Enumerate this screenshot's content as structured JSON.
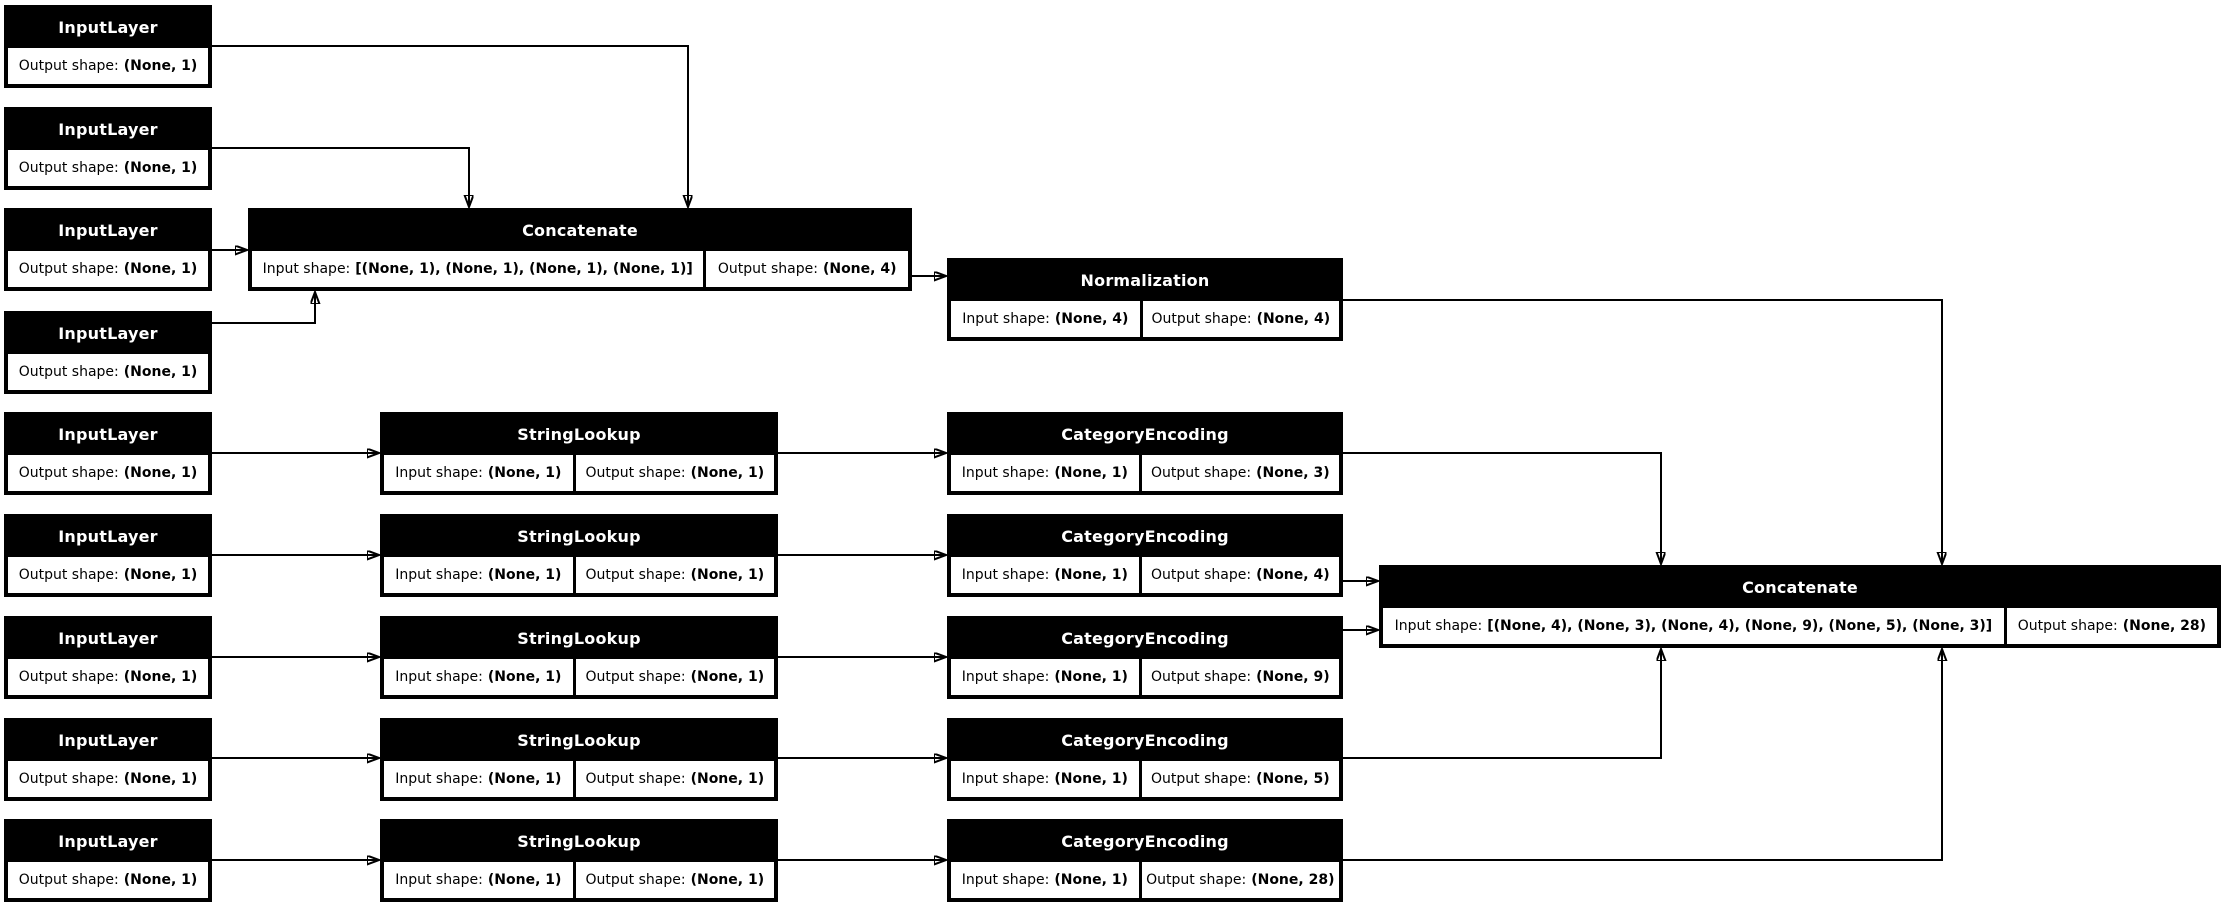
{
  "diagram_title": "Keras model architecture graph",
  "colors": {
    "background": "#ffffff",
    "node_header_bg": "#000000",
    "node_header_fg": "#ffffff",
    "cell_bg": "#ffffff",
    "cell_fg": "#000000",
    "edge": "#000000"
  },
  "labels": {
    "input": "Input shape:",
    "output": "Output shape:"
  },
  "nodes": {
    "il1": {
      "title": "InputLayer",
      "output": "(None, 1)"
    },
    "il2": {
      "title": "InputLayer",
      "output": "(None, 1)"
    },
    "il3": {
      "title": "InputLayer",
      "output": "(None, 1)"
    },
    "il4": {
      "title": "InputLayer",
      "output": "(None, 1)"
    },
    "il5": {
      "title": "InputLayer",
      "output": "(None, 1)"
    },
    "il6": {
      "title": "InputLayer",
      "output": "(None, 1)"
    },
    "il7": {
      "title": "InputLayer",
      "output": "(None, 1)"
    },
    "il8": {
      "title": "InputLayer",
      "output": "(None, 1)"
    },
    "il9": {
      "title": "InputLayer",
      "output": "(None, 1)"
    },
    "concat1": {
      "title": "Concatenate",
      "input": "[(None, 1), (None, 1), (None, 1), (None, 1)]",
      "output": "(None, 4)"
    },
    "norm": {
      "title": "Normalization",
      "input": "(None, 4)",
      "output": "(None, 4)"
    },
    "sl1": {
      "title": "StringLookup",
      "input": "(None, 1)",
      "output": "(None, 1)"
    },
    "sl2": {
      "title": "StringLookup",
      "input": "(None, 1)",
      "output": "(None, 1)"
    },
    "sl3": {
      "title": "StringLookup",
      "input": "(None, 1)",
      "output": "(None, 1)"
    },
    "sl4": {
      "title": "StringLookup",
      "input": "(None, 1)",
      "output": "(None, 1)"
    },
    "sl5": {
      "title": "StringLookup",
      "input": "(None, 1)",
      "output": "(None, 1)"
    },
    "ce1": {
      "title": "CategoryEncoding",
      "input": "(None, 1)",
      "output": "(None, 3)"
    },
    "ce2": {
      "title": "CategoryEncoding",
      "input": "(None, 1)",
      "output": "(None, 4)"
    },
    "ce3": {
      "title": "CategoryEncoding",
      "input": "(None, 1)",
      "output": "(None, 9)"
    },
    "ce4": {
      "title": "CategoryEncoding",
      "input": "(None, 1)",
      "output": "(None, 5)"
    },
    "ce5": {
      "title": "CategoryEncoding",
      "input": "(None, 1)",
      "output": "(None, 28)"
    },
    "concat2": {
      "title": "Concatenate",
      "input": "[(None, 4), (None, 3), (None, 4), (None, 9), (None, 5), (None, 3)]",
      "output": "(None, 28)"
    }
  }
}
